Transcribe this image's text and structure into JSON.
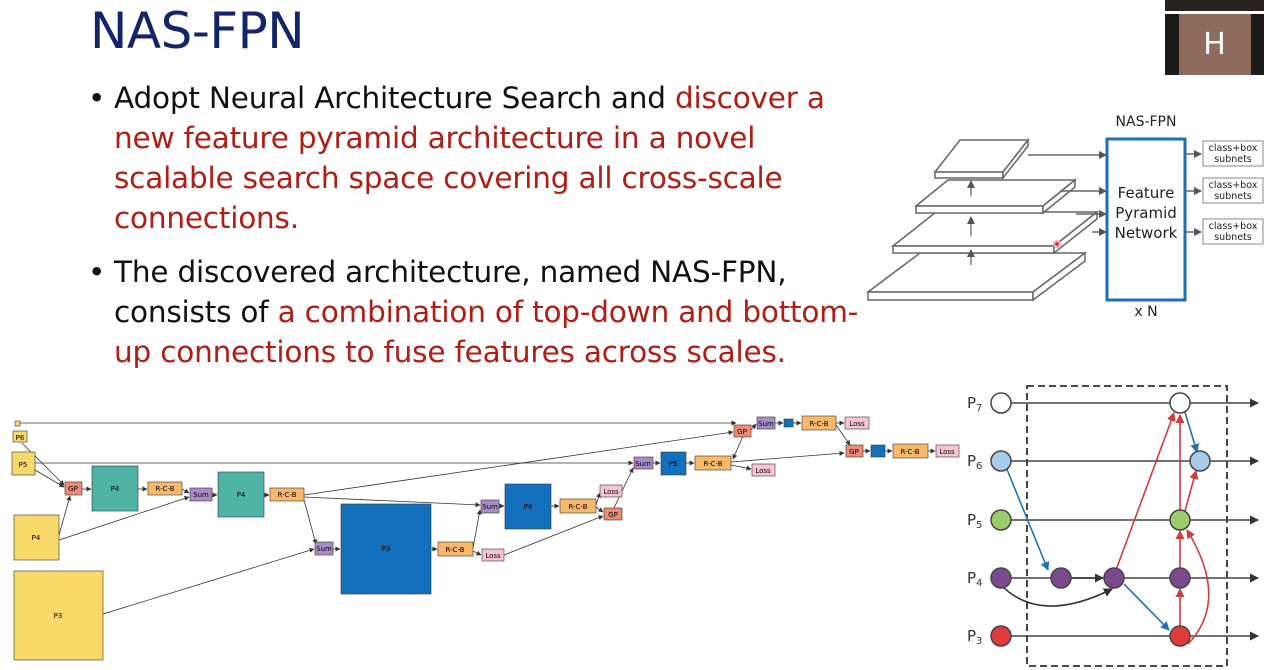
{
  "slide": {
    "title": "NAS-FPN",
    "bullets": [
      {
        "normal": "Adopt Neural Architecture Search and ",
        "highlight": "discover a new feature pyramid architecture in a novel scalable search space covering all cross-scale connections."
      },
      {
        "normal": "The discovered architecture, named NAS-FPN, consists of ",
        "highlight": "a combination of top-down and bottom-up connections to fuse features across scales."
      }
    ],
    "highlight_color": "#b01d14",
    "title_color": "#14246b"
  },
  "webcam": {
    "initial": "H"
  },
  "overview_diagram": {
    "title": "NAS-FPN",
    "box_lines": [
      "Feature",
      "Pyramid",
      "Network"
    ],
    "repeat_label": "x N",
    "subnet_lines": [
      "class+box",
      "subnets"
    ]
  },
  "search_graph": {
    "ops": {
      "gp": "GP",
      "sum": "Sum",
      "rcb": "R-C-B",
      "loss": "Loss",
      "p6": "P6",
      "p5": "P5",
      "p4": "P4",
      "p3": "P3"
    }
  },
  "cell_diagram": {
    "levels": [
      {
        "base": "P",
        "sub": "7"
      },
      {
        "base": "P",
        "sub": "6"
      },
      {
        "base": "P",
        "sub": "5"
      },
      {
        "base": "P",
        "sub": "4"
      },
      {
        "base": "P",
        "sub": "3"
      }
    ],
    "colors": {
      "p7": "#ffffff",
      "p6": "#a8cbe8",
      "p5": "#9ccc6a",
      "p4": "#7b4a8e",
      "p3": "#e03b3b"
    }
  }
}
